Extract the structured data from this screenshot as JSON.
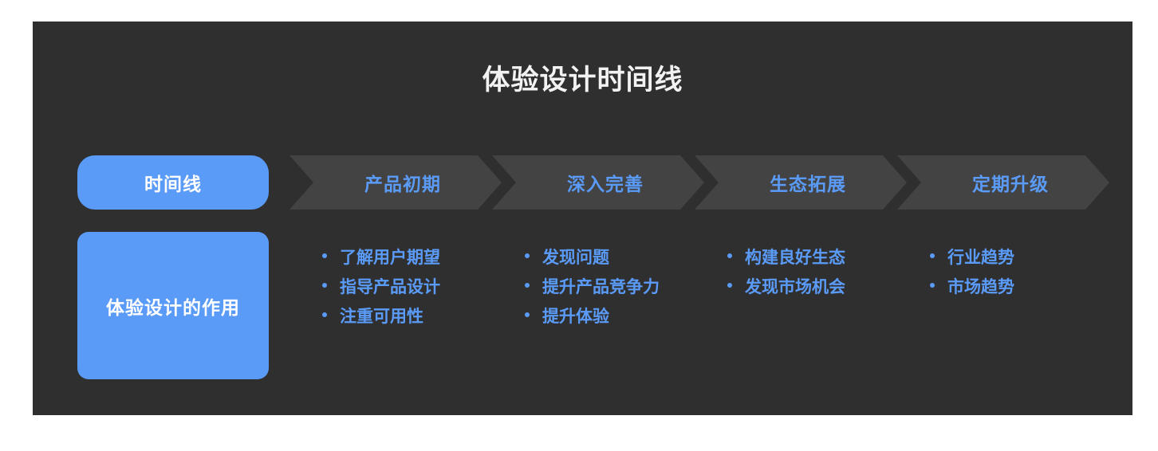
{
  "page": {
    "background": "#ffffff",
    "card_background": "#2f2f2f",
    "accent_color": "#5b9bf8",
    "chevron_color": "#434343",
    "title_color": "#f2f2f2"
  },
  "header": {
    "title": "体验设计时间线"
  },
  "timeline_row": {
    "label": "时间线",
    "stages": [
      {
        "label": "产品初期"
      },
      {
        "label": "深入完善"
      },
      {
        "label": "生态拓展"
      },
      {
        "label": "定期升级"
      }
    ]
  },
  "role_row": {
    "label": "体验设计的作用",
    "columns": [
      {
        "items": [
          "了解用户期望",
          "指导产品设计",
          "注重可用性"
        ]
      },
      {
        "items": [
          "发现问题",
          "提升产品竞争力",
          "提升体验"
        ]
      },
      {
        "items": [
          "构建良好生态",
          "发现市场机会"
        ]
      },
      {
        "items": [
          "行业趋势",
          "市场趋势"
        ]
      }
    ]
  }
}
